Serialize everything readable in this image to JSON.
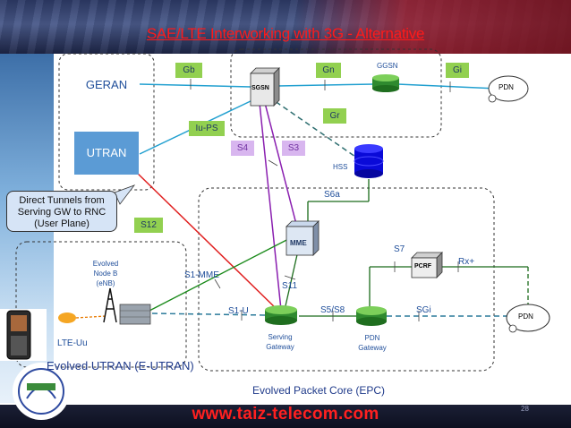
{
  "title": "SAE/LTE Interworking with 3G - Alternative",
  "footer": {
    "url": "www.taiz-telecom.com",
    "page": "28"
  },
  "nodes": {
    "geran": "GERAN",
    "utran": "UTRAN",
    "sgsn": "SGSN",
    "ggsn": "GGSN",
    "pdn_top": "PDN",
    "hss": "HSS",
    "mme": "MME",
    "pcrf": "PCRF",
    "pdn_bottom": "PDN",
    "enb": "Evolved\nNode B\n(eNB)",
    "serving_gw": "Serving\nGateway",
    "pdn_gw": "PDN\nGateway"
  },
  "interfaces": {
    "gb": "Gb",
    "gn": "Gn",
    "gi": "Gi",
    "gr": "Gr",
    "iu_ps": "Iu-PS",
    "s4": "S4",
    "s3": "S3",
    "s6a": "S6a",
    "s12": "S12",
    "s7": "S7",
    "rx_plus": "Rx+",
    "s1_mme": "S1-MME",
    "s11": "S11",
    "s1_u": "S1-U",
    "s5_s8": "S5/S8",
    "sgi": "SGi",
    "lte_uu": "LTE-Uu"
  },
  "labels": {
    "callout": "Direct Tunnels from\nServing GW to RNC\n(User Plane)",
    "e_utran": "Evolved UTRAN (E-UTRAN)",
    "epc": "Evolved Packet Core (EPC)"
  },
  "colors": {
    "title": "#ff1a1a",
    "interface_tag": "#92d050",
    "s3_s4_tag": "#d8b6ef",
    "ran_box": "#5b9bd5",
    "cylinder": "#70ad47",
    "hss": "#1f1fff",
    "url": "#ff2020"
  }
}
